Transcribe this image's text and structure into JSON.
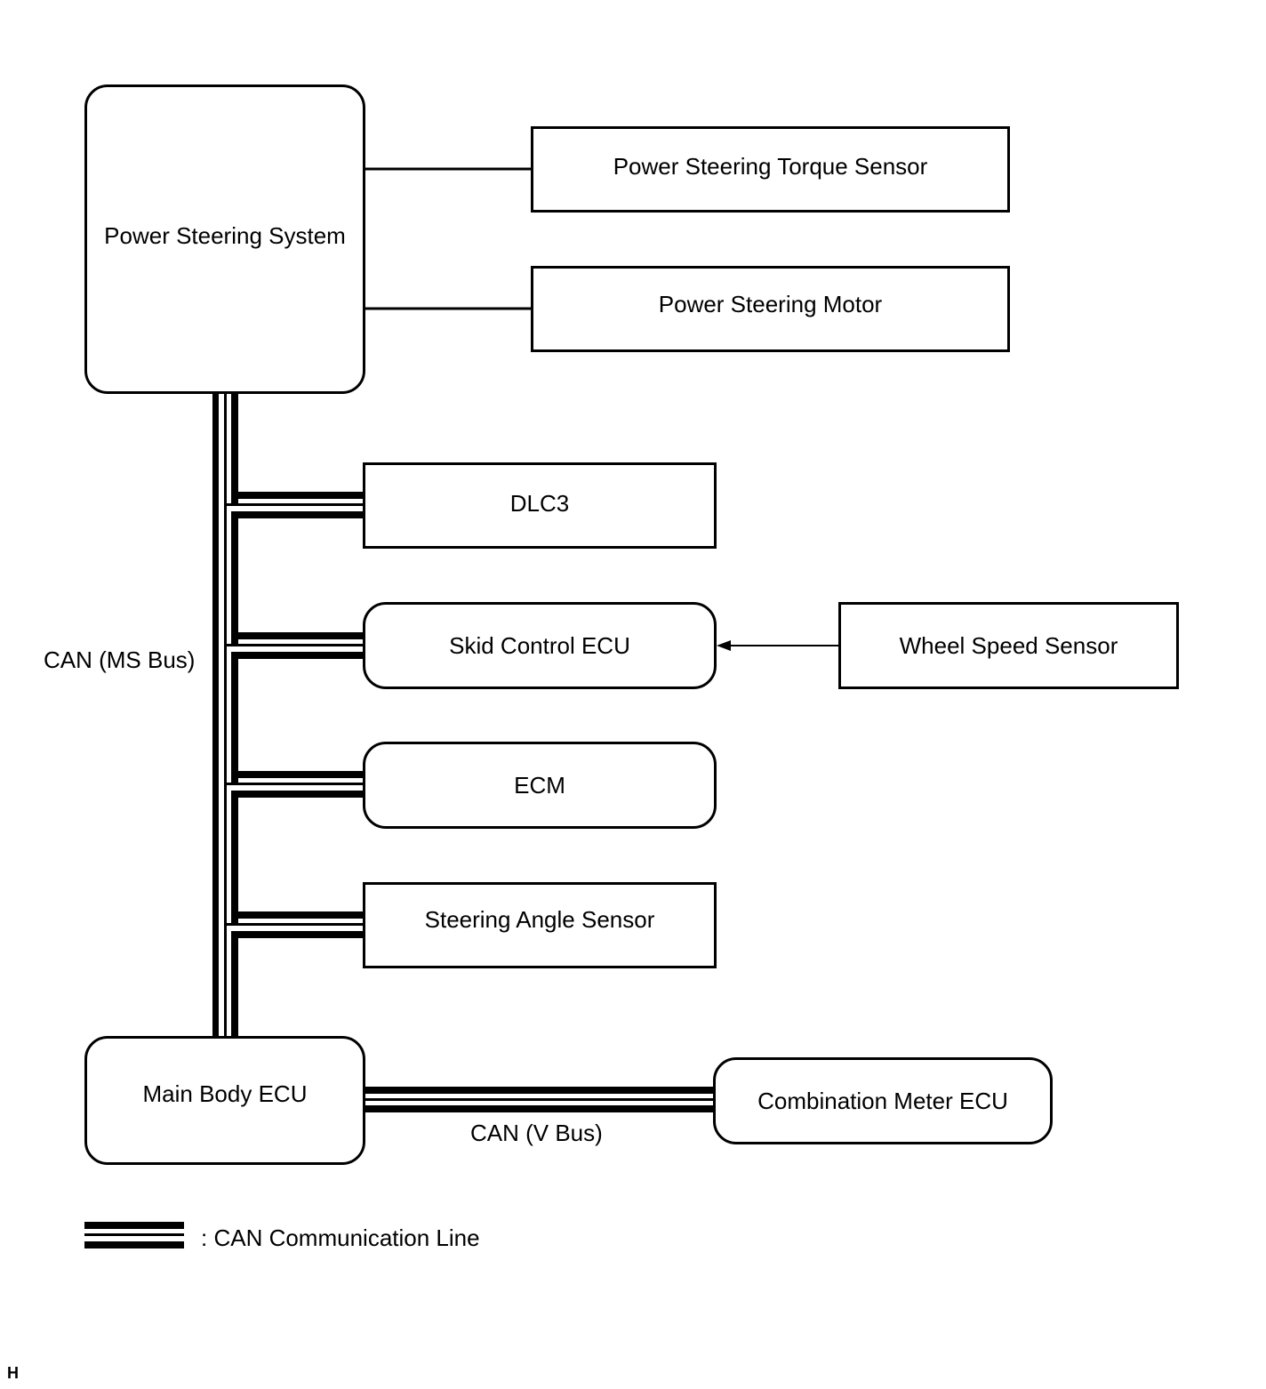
{
  "components": {
    "power_steering_system": "Power Steering System",
    "torque_sensor": "Power Steering Torque Sensor",
    "steering_motor": "Power Steering Motor",
    "dlc3": "DLC3",
    "skid_control_ecu": "Skid Control ECU",
    "wheel_speed_sensor": "Wheel Speed Sensor",
    "ecm": "ECM",
    "steering_angle_sensor": "Steering Angle Sensor",
    "main_body_ecu": "Main Body ECU",
    "combination_meter_ecu": "Combination Meter ECU"
  },
  "bus_labels": {
    "ms_bus": "CAN (MS Bus)",
    "v_bus": "CAN (V Bus)"
  },
  "legend": {
    "can_line": ": CAN Communication Line"
  },
  "corner_mark": "H"
}
